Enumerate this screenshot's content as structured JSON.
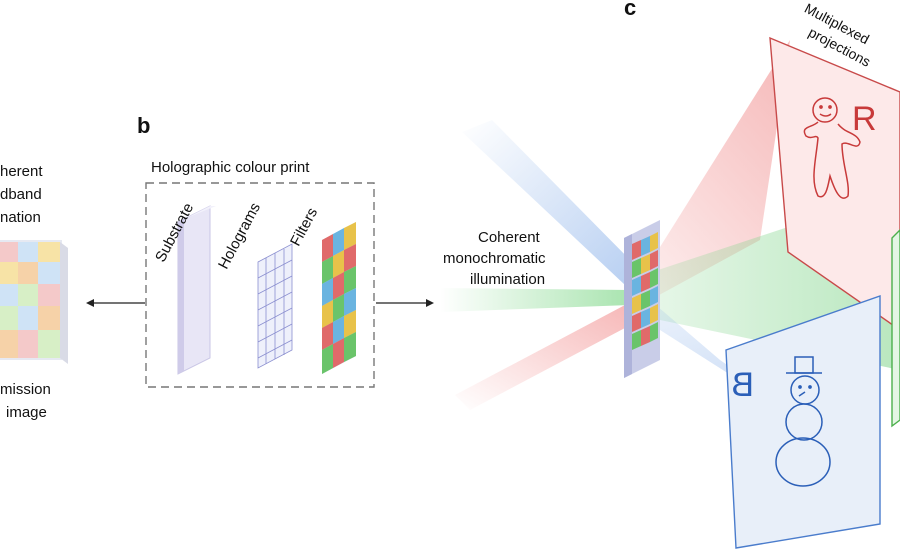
{
  "panels": {
    "b": "b",
    "c": "c"
  },
  "left": {
    "label_top": [
      "herent",
      "dband",
      "nation"
    ],
    "label_bottom": [
      "mission",
      "image"
    ]
  },
  "print_box": {
    "title": "Holographic colour print",
    "layers": [
      "Substrate",
      "Holograms",
      "Filters"
    ]
  },
  "illumination": [
    "Coherent",
    "monochromatic",
    "illumination"
  ],
  "projections": {
    "title": [
      "Multiplexed",
      "projections"
    ],
    "red_letter": "R",
    "blue_letter": "B"
  },
  "colors": {
    "red": "#e05a5a",
    "green": "#4cc25a",
    "blue": "#5a8de0",
    "border": "#777777"
  }
}
